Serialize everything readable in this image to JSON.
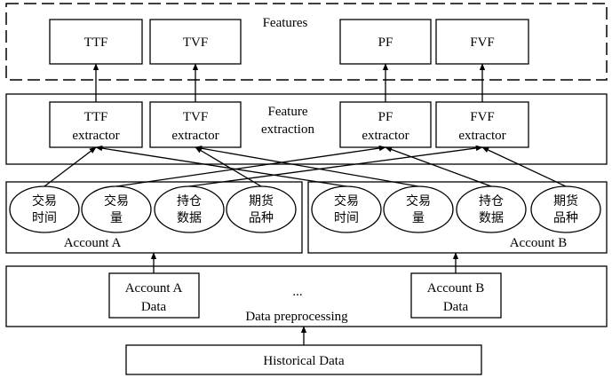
{
  "features": {
    "title": "Features",
    "items": [
      "TTF",
      "TVF",
      "PF",
      "FVF"
    ]
  },
  "extraction": {
    "title_line1": "Feature",
    "title_line2": "extraction",
    "extractors": [
      {
        "line1": "TTF",
        "line2": "extractor"
      },
      {
        "line1": "TVF",
        "line2": "extractor"
      },
      {
        "line1": "PF",
        "line2": "extractor"
      },
      {
        "line1": "FVF",
        "line2": "extractor"
      }
    ]
  },
  "accounts": [
    {
      "label": "Account A",
      "nodes": [
        {
          "line1": "交易",
          "line2": "时间"
        },
        {
          "line1": "交易",
          "line2": "量"
        },
        {
          "line1": "持仓",
          "line2": "数据"
        },
        {
          "line1": "期货",
          "line2": "品种"
        }
      ]
    },
    {
      "label": "Account B",
      "nodes": [
        {
          "line1": "交易",
          "line2": "时间"
        },
        {
          "line1": "交易",
          "line2": "量"
        },
        {
          "line1": "持仓",
          "line2": "数据"
        },
        {
          "line1": "期货",
          "line2": "品种"
        }
      ]
    }
  ],
  "preprocessing": {
    "title": "Data preprocessing",
    "account_a_line1": "Account A",
    "account_a_line2": "Data",
    "ellipsis": "...",
    "account_b_line1": "Account B",
    "account_b_line2": "Data"
  },
  "historical": {
    "label": "Historical Data"
  }
}
